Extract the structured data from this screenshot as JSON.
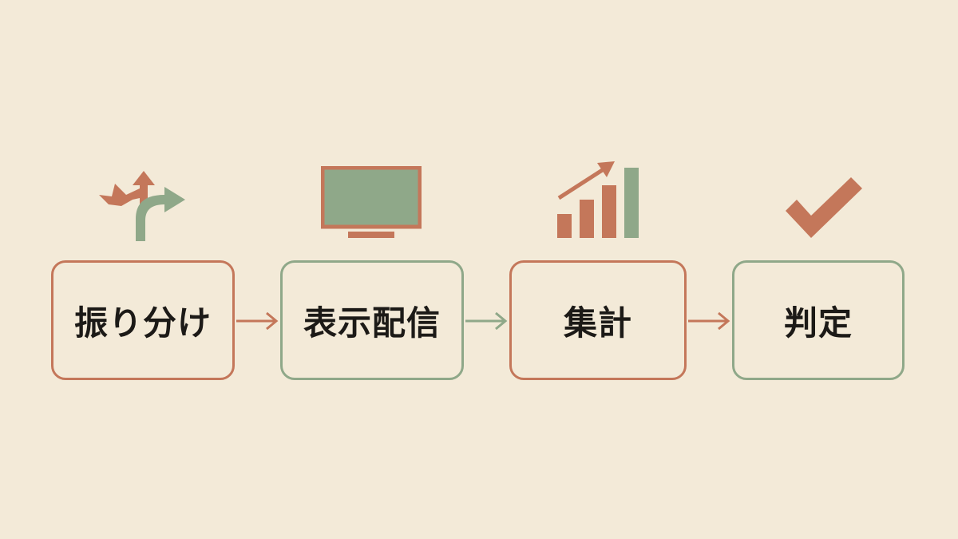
{
  "steps": [
    {
      "label": "振り分け",
      "icon": "fork-arrows-icon",
      "border": "orange"
    },
    {
      "label": "表示配信",
      "icon": "monitor-icon",
      "border": "green"
    },
    {
      "label": "集計",
      "icon": "bar-chart-up-icon",
      "border": "orange"
    },
    {
      "label": "判定",
      "icon": "checkmark-icon",
      "border": "green"
    }
  ],
  "colors": {
    "background": "#f3ead8",
    "orange": "#c4775a",
    "green": "#8fa889",
    "text": "#1c1a17"
  }
}
